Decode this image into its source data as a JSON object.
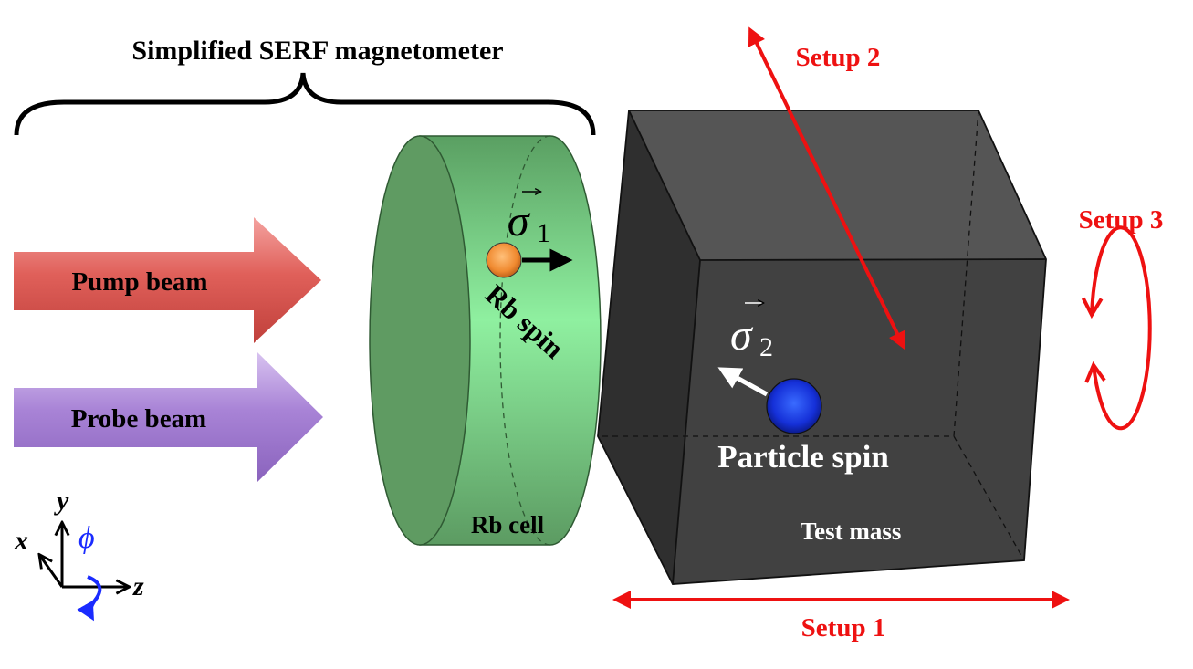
{
  "title": "Simplified SERF magnetometer",
  "beams": {
    "pump": "Pump beam",
    "probe": "Probe beam"
  },
  "axes": {
    "x": "x",
    "y": "y",
    "z": "z",
    "phi": "ϕ"
  },
  "cell": {
    "label": "Rb cell",
    "spin_label": "Rb spin",
    "sigma_symbol": "σ",
    "sigma_index": "1"
  },
  "test_mass": {
    "label": "Test mass",
    "spin_label": "Particle spin",
    "sigma_symbol": "σ",
    "sigma_index": "2"
  },
  "setups": {
    "setup1": "Setup 1",
    "setup2": "Setup 2",
    "setup3": "Setup 3"
  },
  "colors": {
    "setup_red": "#ee1111",
    "pump_beam": "#d9534f",
    "probe_beam": "#9b72c9",
    "cell_green": "#6fcf7a",
    "test_mass": "#3b3b3b",
    "rb_spin": "#f08a30",
    "particle_spin": "#1a3fe0",
    "phi_blue": "#1a2bff"
  }
}
